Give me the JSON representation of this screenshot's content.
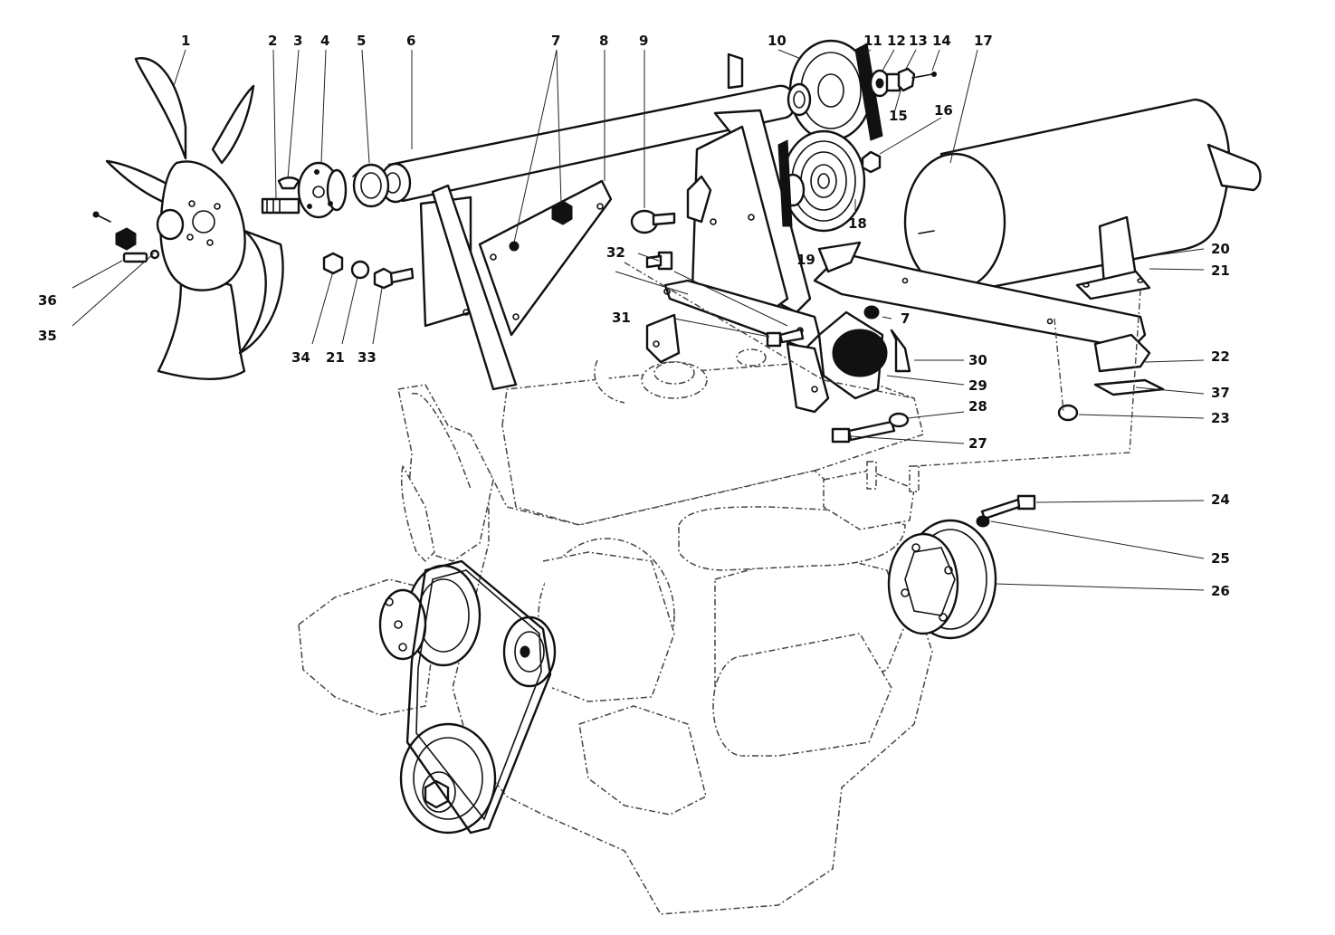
{
  "labels": {
    "l1": "1",
    "l2": "2",
    "l3": "3",
    "l4": "4",
    "l5": "5",
    "l6": "6",
    "l7a": "7",
    "l7b": "7",
    "l8": "8",
    "l9": "9",
    "l10": "10",
    "l11": "11",
    "l12": "12",
    "l13": "13",
    "l14": "14",
    "l15": "15",
    "l16": "16",
    "l17": "17",
    "l18": "18",
    "l19": "19",
    "l20": "20",
    "l21a": "21",
    "l21b": "21",
    "l22": "22",
    "l23": "23",
    "l24": "24",
    "l25": "25",
    "l26": "26",
    "l27": "27",
    "l28": "28",
    "l29": "29",
    "l30": "30",
    "l31": "31",
    "l32": "32",
    "l33": "33",
    "l34": "34",
    "l35": "35",
    "l36": "36",
    "l37": "37"
  },
  "colors": {
    "ink": "#111111",
    "paper": "#ffffff"
  }
}
